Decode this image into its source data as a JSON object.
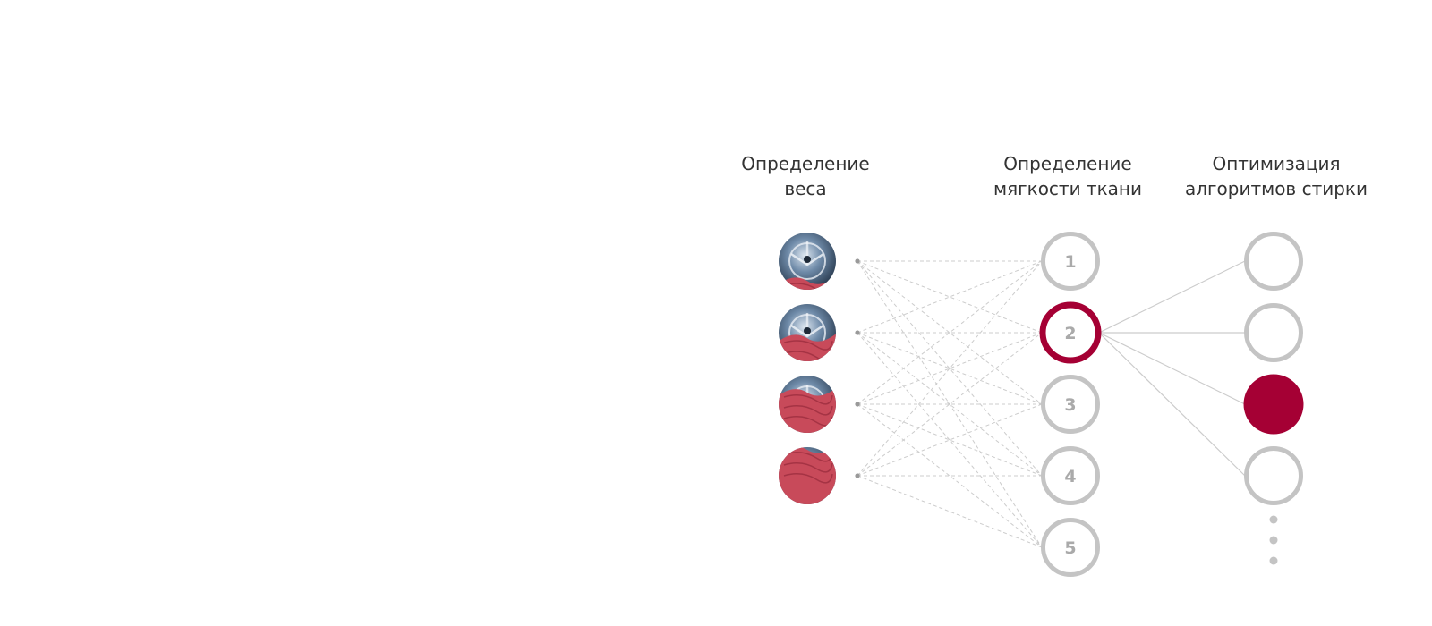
{
  "columns": {
    "weight": {
      "title_line1": "Определение",
      "title_line2": "веса"
    },
    "softness": {
      "title_line1": "Определение",
      "title_line2": "мягкости ткани"
    },
    "optimization": {
      "title_line1": "Оптимизация",
      "title_line2": "алгоритмов стирки"
    }
  },
  "weight_levels": [
    {
      "name": "load-level-1",
      "fill_fraction": 0.2
    },
    {
      "name": "load-level-2",
      "fill_fraction": 0.45
    },
    {
      "name": "load-level-3",
      "fill_fraction": 0.75
    },
    {
      "name": "load-level-4",
      "fill_fraction": 1.0
    }
  ],
  "softness_levels": [
    {
      "label": "1"
    },
    {
      "label": "2"
    },
    {
      "label": "3"
    },
    {
      "label": "4"
    },
    {
      "label": "5"
    }
  ],
  "selected_softness_index": 1,
  "algorithm_count": 4,
  "selected_algorithm_index": 2,
  "more_indicator": "ellipsis-vertical",
  "colors": {
    "accent": "#A50034",
    "ring": "#C4C4C4",
    "ring_text": "#AAAAAA",
    "line": "#CCCCCC",
    "dot": "#999999",
    "fabric": "#C84A5A",
    "drum": "#6E8AA8",
    "title": "#333333"
  }
}
